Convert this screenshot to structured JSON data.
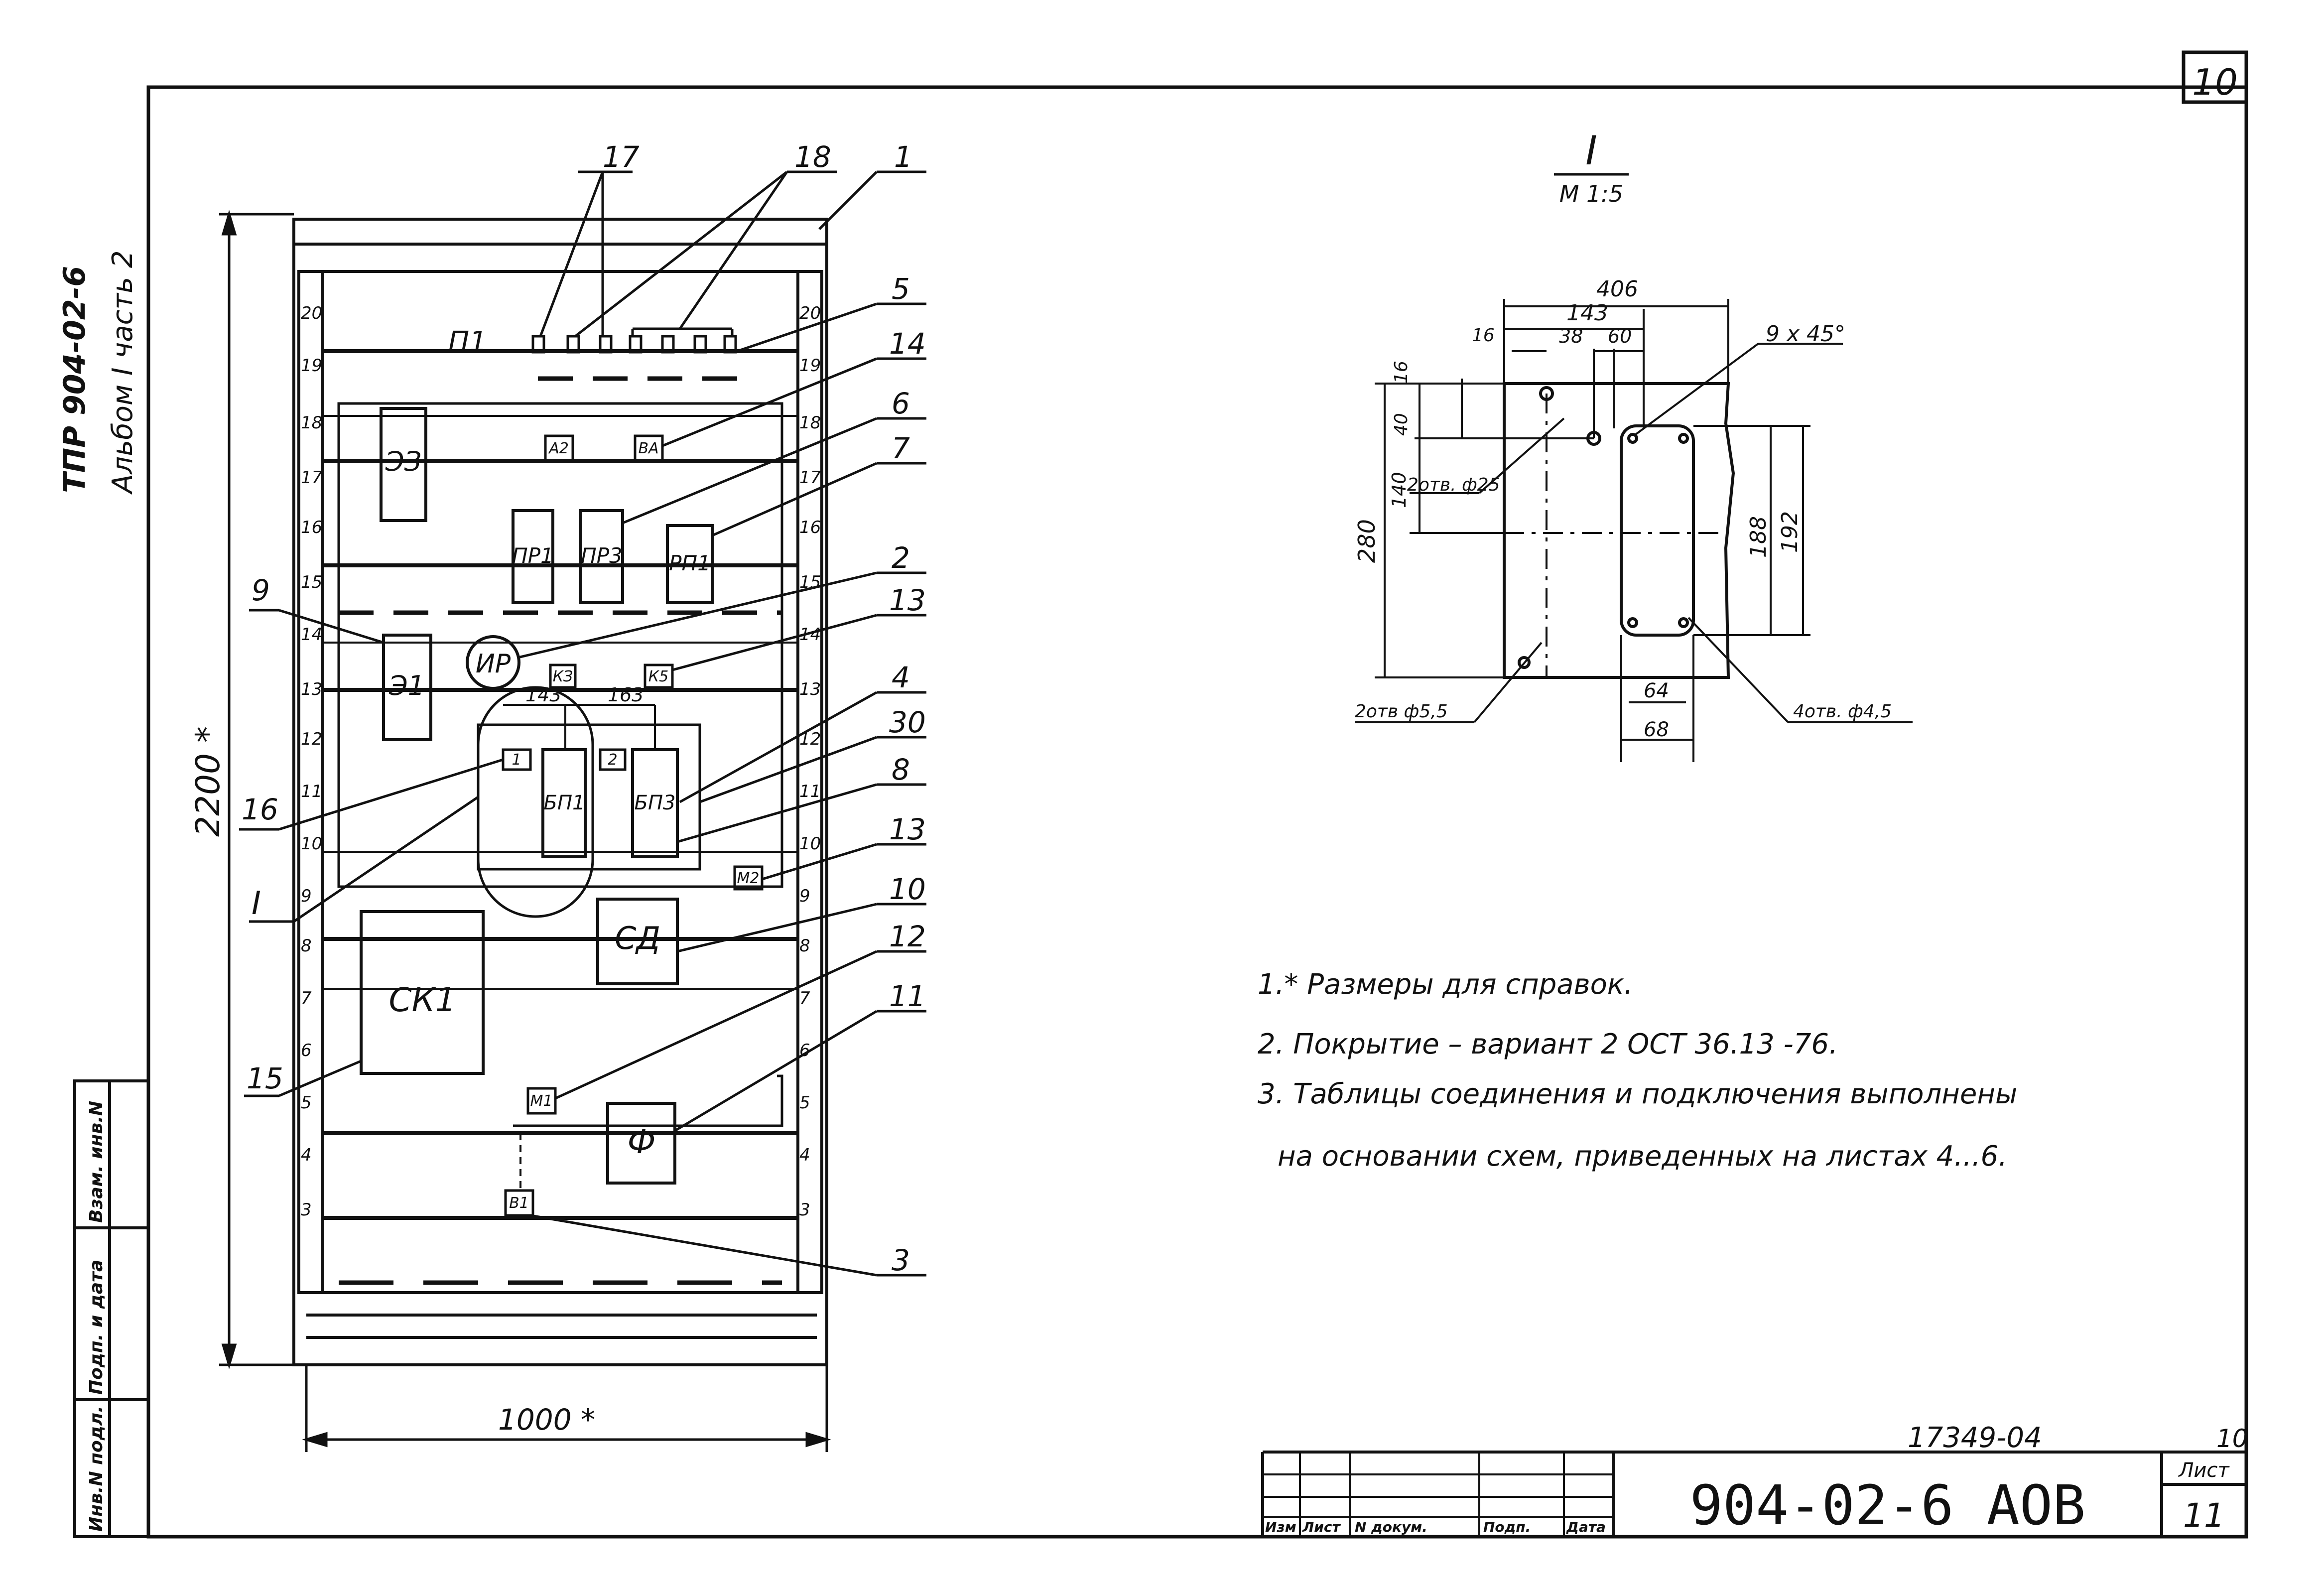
{
  "sheet_corner_number": "10",
  "side_title": {
    "line1": "ТПР 904-02-6",
    "line2": "Альбом I часть 2"
  },
  "side_stamp": {
    "col1": "Инв.N подл.",
    "col2": "Подп. и дата",
    "col3": "Взам. инв.N"
  },
  "cabinet": {
    "panel_label": "П1",
    "components": [
      "ЭЗ",
      "ПР1",
      "ПР3",
      "РП1",
      "Э1",
      "ИР",
      "БП1",
      "БП3",
      "СД",
      "СК1",
      "Ф"
    ],
    "small_components": [
      "А2",
      "ВА",
      "КЗ",
      "К5",
      "1",
      "2",
      "М2",
      "М1",
      "В1"
    ],
    "inner_dims": [
      "143",
      "163"
    ],
    "height_dim": "2200 *",
    "width_dim": "1000 *",
    "section_marker": "I",
    "scale_left": [
      "20",
      "19",
      "18",
      "17",
      "16",
      "15",
      "14",
      "13",
      "12",
      "11",
      "10",
      "9",
      "8",
      "7",
      "6",
      "5",
      "4",
      "3"
    ],
    "scale_right": [
      "20",
      "19",
      "18",
      "17",
      "16",
      "15",
      "14",
      "13",
      "12",
      "11",
      "10",
      "9",
      "8",
      "7",
      "6",
      "5",
      "4",
      "3"
    ],
    "callouts_left": [
      "9",
      "16",
      "I",
      "15"
    ],
    "callouts_top": [
      "17",
      "18",
      "1"
    ],
    "callouts_right": [
      "5",
      "14",
      "6",
      "7",
      "2",
      "13",
      "4",
      "30",
      "8",
      "13",
      "10",
      "12",
      "11",
      "3"
    ]
  },
  "detail": {
    "title": "I",
    "scale": "М 1:5",
    "dims": {
      "d406": "406",
      "d143": "143",
      "d16a": "16",
      "d16b": "16",
      "d38": "38",
      "d60": "60",
      "d40": "40",
      "d140": "140",
      "d280": "280",
      "d188": "188",
      "d192": "192",
      "d64": "64",
      "d68": "68",
      "chamfer": "9 x 45°"
    },
    "holes": {
      "h25": "2отв. ф25",
      "h55": "2отв ф5,5",
      "h45": "4отв. ф4,5"
    }
  },
  "notes": [
    "1.* Размеры для справок.",
    "2. Покрытие – вариант 2   ОСТ 36.13 -76.",
    "3. Таблицы   соединения  и подключения  выполнены",
    "на основании схем, приведенных на  листах  4...6."
  ],
  "title_block": {
    "doc_code": "17349-04",
    "doc_code_sheet": "10",
    "designation": "904-02-6  АОВ",
    "sheet_label": "Лист",
    "sheet_number": "11",
    "col_izm": "Изм",
    "col_list": "Лист",
    "col_ndok": "N докум.",
    "col_podp": "Подп.",
    "col_data": "Дата"
  }
}
